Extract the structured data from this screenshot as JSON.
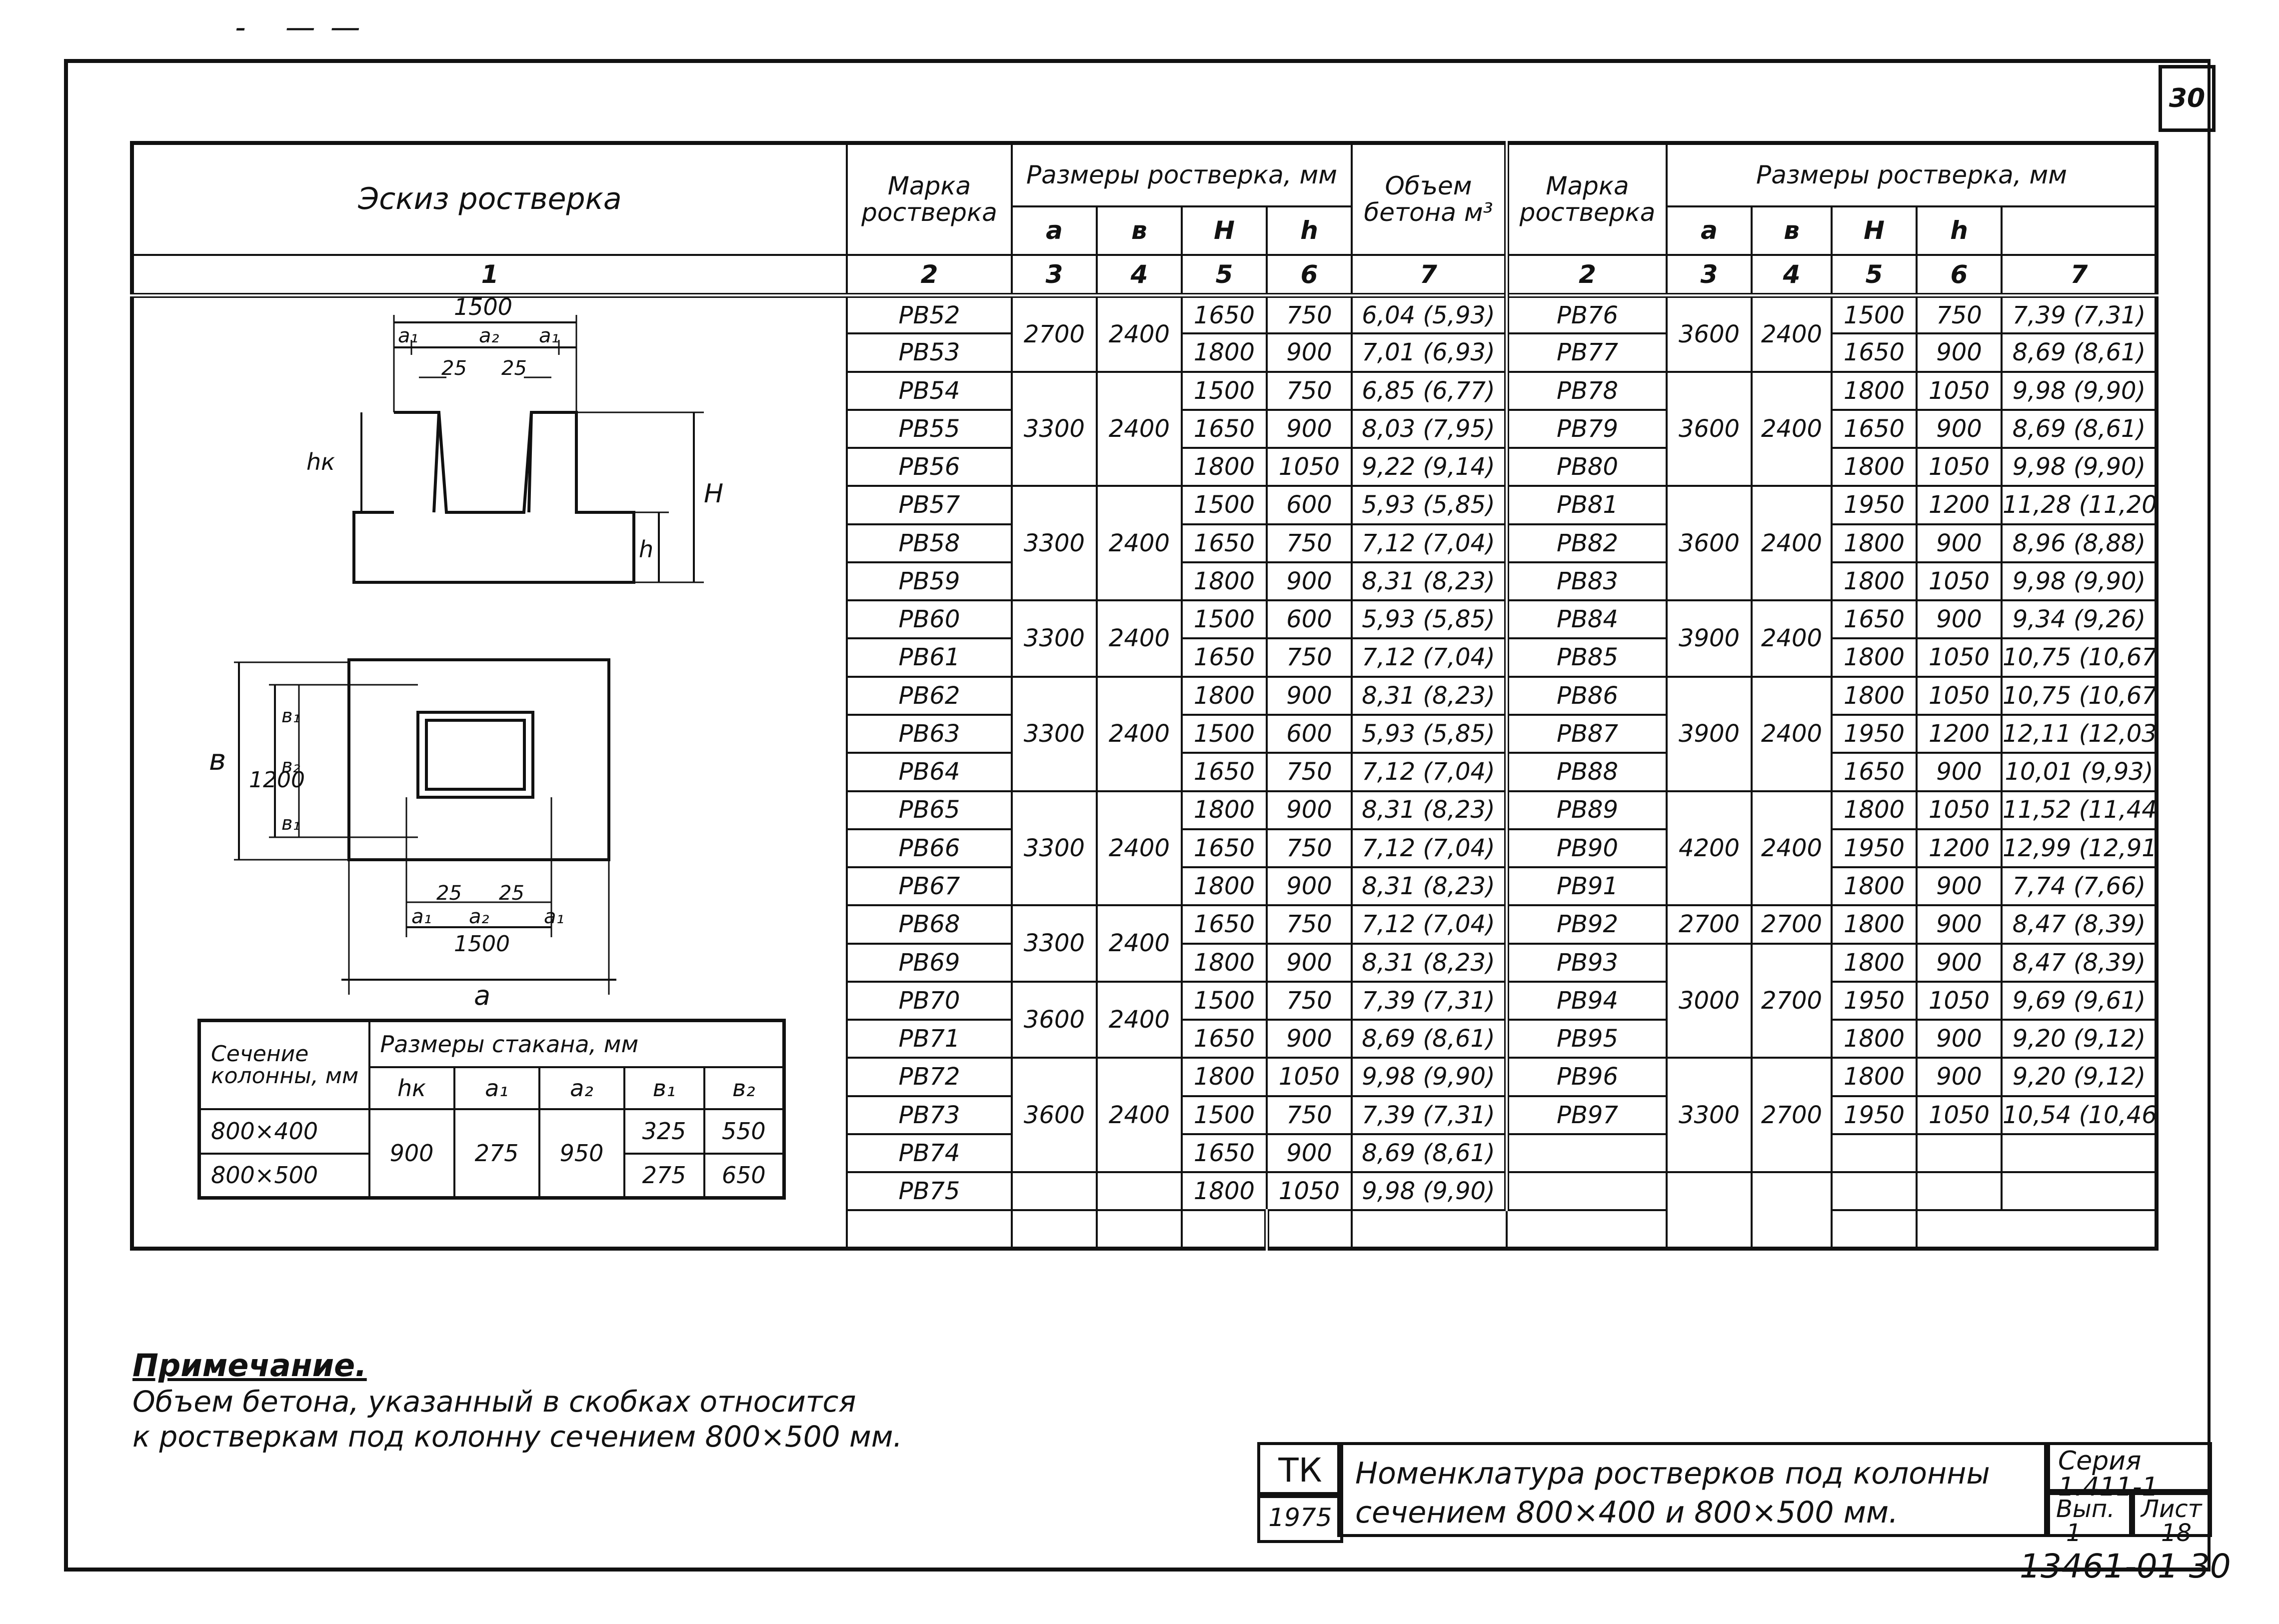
{
  "page": {
    "sheet_number": "30",
    "top_marks": "- ——"
  },
  "table": {
    "header": {
      "sketch": "Эскиз ростверка",
      "mark": "Марка ростверка",
      "dims": "Размеры ростверка, мм",
      "volume": "Объем бетона м³",
      "dim_a": "а",
      "dim_b": "в",
      "dim_H": "Н",
      "dim_h": "h"
    },
    "column_numbers": {
      "c1": "1",
      "c2": "2",
      "c3": "3",
      "c4": "4",
      "c5": "5",
      "c6": "6",
      "c7": "7",
      "r2": "2",
      "r3": "3",
      "r4": "4",
      "r5": "5",
      "r6": "6",
      "r7": "7"
    },
    "left": {
      "marks": [
        "РВ52",
        "РВ53",
        "РВ54",
        "РВ55",
        "РВ56",
        "РВ57",
        "РВ58",
        "РВ59",
        "РВ60",
        "РВ61",
        "РВ62",
        "РВ63",
        "РВ64",
        "РВ65",
        "РВ66",
        "РВ67",
        "РВ68",
        "РВ69",
        "РВ70",
        "РВ71",
        "РВ72",
        "РВ73",
        "РВ74",
        "РВ75"
      ],
      "H": [
        "1650",
        "1800",
        "1500",
        "1650",
        "1800",
        "1500",
        "1650",
        "1800",
        "1500",
        "1650",
        "1800",
        "1500",
        "1650",
        "1800",
        "1650",
        "1800",
        "1650",
        "1800",
        "1500",
        "1650",
        "1800",
        "1500",
        "1650",
        "1800"
      ],
      "h": [
        "750",
        "900",
        "750",
        "900",
        "1050",
        "600",
        "750",
        "900",
        "600",
        "750",
        "900",
        "600",
        "750",
        "900",
        "750",
        "900",
        "750",
        "900",
        "750",
        "900",
        "1050",
        "750",
        "900",
        "1050"
      ],
      "vol": [
        "6,04 (5,93)",
        "7,01 (6,93)",
        "6,85 (6,77)",
        "8,03 (7,95)",
        "9,22 (9,14)",
        "5,93 (5,85)",
        "7,12 (7,04)",
        "8,31 (8,23)",
        "5,93 (5,85)",
        "7,12 (7,04)",
        "8,31 (8,23)",
        "5,93 (5,85)",
        "7,12 (7,04)",
        "8,31 (8,23)",
        "7,12 (7,04)",
        "8,31 (8,23)",
        "7,12 (7,04)",
        "8,31 (8,23)",
        "7,39 (7,31)",
        "8,69 (8,61)",
        "9,98 (9,90)",
        "7,39 (7,31)",
        "8,69 (8,61)",
        "9,98 (9,90)"
      ],
      "groups": [
        {
          "a": "2700",
          "b": "2400"
        },
        {
          "a": "3300",
          "b": "2400"
        },
        {
          "a": "3300",
          "b": "2400"
        },
        {
          "a": "3300",
          "b": "2400"
        },
        {
          "a": "3300",
          "b": "2400"
        },
        {
          "a": "3300",
          "b": "2400"
        },
        {
          "a": "3300",
          "b": "2400"
        },
        {
          "a": "3600",
          "b": "2400"
        },
        {
          "a": "3600",
          "b": "2400"
        }
      ]
    },
    "right": {
      "marks": [
        "РВ76",
        "РВ77",
        "РВ78",
        "РВ79",
        "РВ80",
        "РВ81",
        "РВ82",
        "РВ83",
        "РВ84",
        "РВ85",
        "РВ86",
        "РВ87",
        "РВ88",
        "РВ89",
        "РВ90",
        "РВ91",
        "РВ92",
        "РВ93",
        "РВ94",
        "РВ95",
        "РВ96",
        "РВ97"
      ],
      "H": [
        "1500",
        "1650",
        "1800",
        "1650",
        "1800",
        "1950",
        "1800",
        "1800",
        "1650",
        "1800",
        "1800",
        "1950",
        "1650",
        "1800",
        "1950",
        "1800",
        "1800",
        "1800",
        "1950",
        "1800",
        "1800",
        "1950"
      ],
      "h": [
        "750",
        "900",
        "1050",
        "900",
        "1050",
        "1200",
        "900",
        "1050",
        "900",
        "1050",
        "1050",
        "1200",
        "900",
        "1050",
        "1200",
        "900",
        "900",
        "900",
        "1050",
        "900",
        "900",
        "1050"
      ],
      "vol": [
        "7,39 (7,31)",
        "8,69 (8,61)",
        "9,98 (9,90)",
        "8,69 (8,61)",
        "9,98 (9,90)",
        "11,28 (11,20)",
        "8,96 (8,88)",
        "9,98 (9,90)",
        "9,34 (9,26)",
        "10,75 (10,67)",
        "10,75 (10,67)",
        "12,11 (12,03)",
        "10,01 (9,93)",
        "11,52 (11,44)",
        "12,99 (12,91)",
        "7,74 (7,66)",
        "8,47 (8,39)",
        "8,47 (8,39)",
        "9,69 (9,61)",
        "9,20 (9,12)",
        "9,20 (9,12)",
        "10,54 (10,46)"
      ],
      "groups": [
        {
          "a": "3600",
          "b": "2400"
        },
        {
          "a": "3600",
          "b": "2400"
        },
        {
          "a": "3600",
          "b": "2400"
        },
        {
          "a": "3900",
          "b": "2400"
        },
        {
          "a": "3900",
          "b": "2400"
        },
        {
          "a": "4200",
          "b": "2400"
        },
        {
          "a": "2700",
          "b": "2700"
        },
        {
          "a": "3000",
          "b": "2700"
        },
        {
          "a": "3300",
          "b": "2700"
        }
      ]
    }
  },
  "sketch": {
    "dim_1500_top": "1500",
    "a1": "a₁",
    "a2": "a₂",
    "gap25": "25",
    "hk": "hк",
    "H": "Н",
    "h": "h",
    "b": "в",
    "dim_1200": "1200",
    "b1": "в₁",
    "b2": "в₂",
    "dim_1500_bottom": "1500",
    "a": "а"
  },
  "section_table": {
    "h_section": "Сечение колонны, мм",
    "h_sizes": "Размеры стакана, мм",
    "h_hk": "hк",
    "h_a1": "а₁",
    "h_a2": "а₂",
    "h_b1": "в₁",
    "h_b2": "в₂",
    "row1_section": "800×400",
    "row2_section": "800×500",
    "hk": "900",
    "a1": "275",
    "a2": "950",
    "row1_b1": "325",
    "row1_b2": "550",
    "row2_b1": "275",
    "row2_b2": "650"
  },
  "note": {
    "title": "Примечание.",
    "line1": "Объем бетона, указанный в скобках относится",
    "line2": "к ростверкам под колонну сечением 800×500 мм."
  },
  "title_block": {
    "tk": "ТК",
    "year": "1975",
    "title_line1": "Номенклатура ростверков под колонны",
    "title_line2": "сечением 800×400 и 800×500 мм.",
    "series_label": "Серия",
    "series_value": "1.411-1",
    "vyp_label": "Вып.",
    "vyp_value": "1",
    "list_label": "Лист",
    "list_value": "18"
  },
  "archive_number": "13461-01 30"
}
